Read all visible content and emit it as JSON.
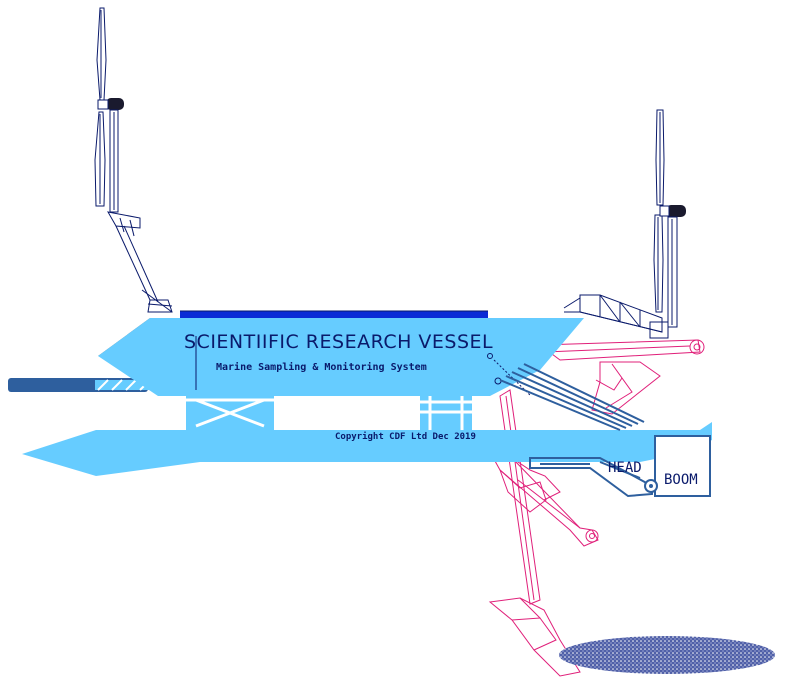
{
  "vessel": {
    "title": "SCIENTIIFIC RESEARCH VESSEL",
    "subtitle": "Marine Sampling & Monitoring System",
    "copyright": "Copyright CDF Ltd Dec 2019"
  },
  "equipment": {
    "head_label": "HEAD",
    "boom_label": "BOOM"
  },
  "colors": {
    "hull": "#66ccff",
    "outline": "#0a1a6b",
    "solar_panel": "#0a2bd6",
    "arm": "#e0207a",
    "mast_boom": "#2e5f9e",
    "seabed_patch": "#5060a8",
    "bow_deck": "#666666"
  },
  "icons": [
    "wind-turbine-icon",
    "boom-arm-icon",
    "seabed-sample-icon"
  ]
}
